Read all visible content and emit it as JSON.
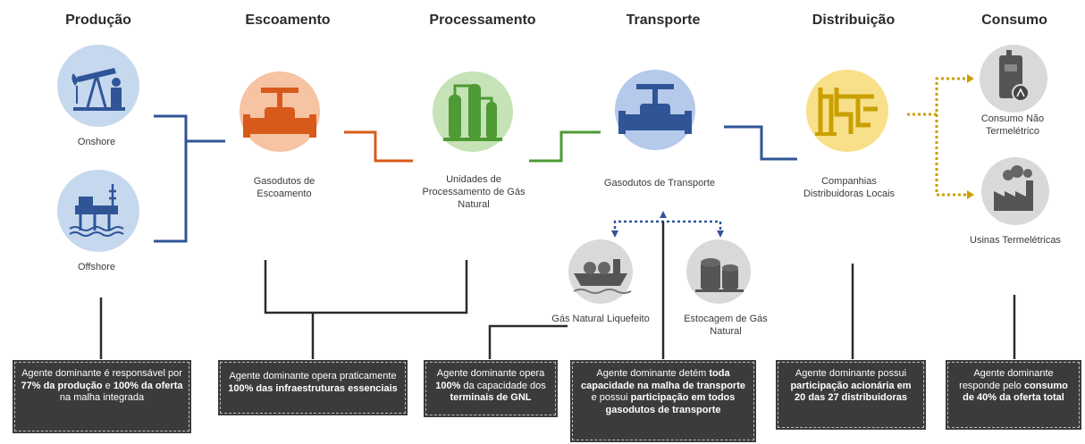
{
  "stages": {
    "producao": "Produção",
    "escoamento": "Escoamento",
    "processamento": "Processamento",
    "transporte": "Transporte",
    "distribuicao": "Distribuição",
    "consumo": "Consumo"
  },
  "nodes": {
    "onshore": "Onshore",
    "offshore": "Offshore",
    "gasodutos_escoamento": "Gasodutos de Escoamento",
    "unidades_processamento": "Unidades de Processamento de Gás Natural",
    "gasodutos_transporte": "Gasodutos de Transporte",
    "gnl": "Gás Natural Liquefeito",
    "estocagem": "Estocagem de Gás Natural",
    "distribuidoras": "Companhias Distribuidoras Locais",
    "consumo_nao_termeletrico": "Consumo Não Termelétrico",
    "usinas": "Usinas Termelétricas"
  },
  "boxes": {
    "producao": {
      "t1": "Agente dominante é responsável por ",
      "b1": "77% da produção",
      "t2": " e ",
      "b2": "100% da oferta",
      "t3": " na malha integrada"
    },
    "escoamento": {
      "t1": "Agente dominante opera praticamente ",
      "b1": "100% das infraestruturas essenciais"
    },
    "processamento": {
      "t1": "Agente dominante opera ",
      "b1": "100%",
      "t2": " da capacidade dos ",
      "b2": "terminais de GNL"
    },
    "transporte": {
      "t1": "Agente dominante detém ",
      "b1": "toda capacidade na malha de transporte",
      "t2": " e possui ",
      "b2": "participação em todos gasodutos de transporte"
    },
    "distribuicao": {
      "t1": "Agente dominante possui ",
      "b1": "participação acionária em 20 das 27 distribuidoras"
    },
    "consumo": {
      "t1": "Agente dominante responde pelo ",
      "b1": "consumo de 40% da oferta total"
    }
  },
  "colors": {
    "blue": "#2f5597",
    "orange": "#d85a1a",
    "green": "#4e9a35",
    "gold": "#c9a000",
    "dark": "#2b2b2b",
    "box": "#3b3b3b"
  }
}
